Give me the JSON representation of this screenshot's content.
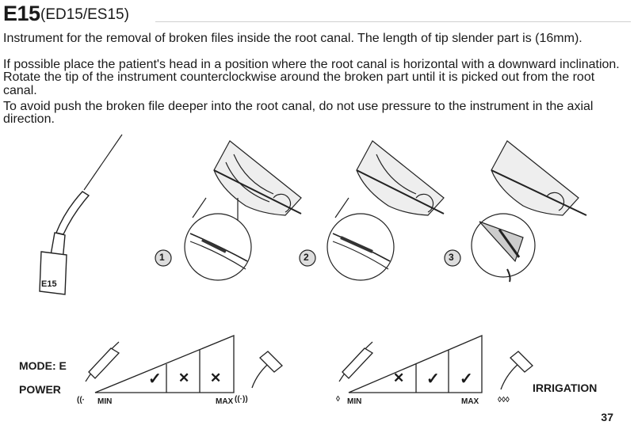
{
  "header": {
    "code": "E15",
    "variants": "(ED15/ES15)"
  },
  "description": [
    "Instrument for the removal of broken files inside the root canal. The length of tip slender part is (16mm).",
    "If possible place the patient's head in a position where the root canal is horizontal with a downward inclination. Rotate the tip of the instrument counterclockwise around the broken part until it is picked out from the root canal.",
    "To avoid push the broken file deeper into the root canal, do not use pressure to the instrument in the axial direction."
  ],
  "instrument_label": "E15",
  "steps": [
    "1",
    "2",
    "3"
  ],
  "power": {
    "mode_label": "MODE: E",
    "label": "POWER",
    "min": "MIN",
    "max": "MAX",
    "marks": [
      "✓",
      "✕",
      "✕"
    ]
  },
  "irrigation": {
    "label": "IRRIGATION",
    "min": "MIN",
    "max": "MAX",
    "marks": [
      "✕",
      "✓",
      "✓"
    ]
  },
  "page_number": "37"
}
